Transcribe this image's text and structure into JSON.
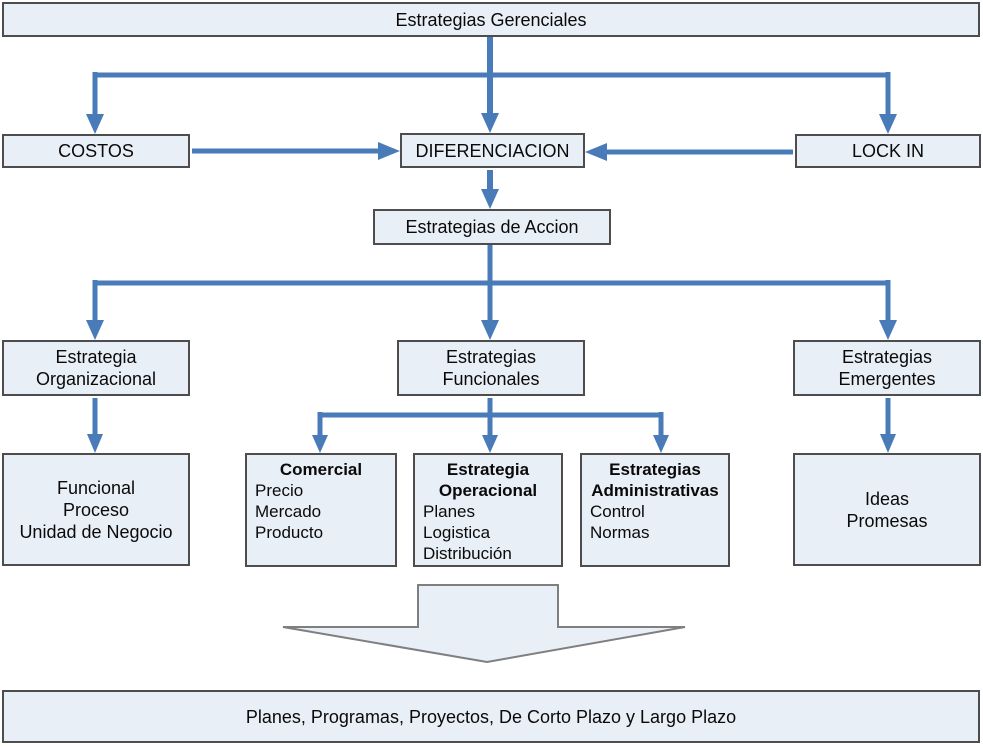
{
  "colors": {
    "arrow_blue": "#4a7bb9",
    "box_fill": "#e9eff7",
    "box_border": "#4d4d4d",
    "block_arrow_border": "#7f7f7f"
  },
  "top": {
    "title": "Estrategias Gerenciales"
  },
  "level2": {
    "costos": "COSTOS",
    "diferenciacion": "DIFERENCIACION",
    "lock_in": "LOCK IN"
  },
  "accion": {
    "label": "Estrategias de Accion"
  },
  "level3": {
    "organizacional": {
      "lines": [
        "Estrategia",
        "Organizacional"
      ]
    },
    "funcionales": {
      "lines": [
        "Estrategias",
        "Funcionales"
      ]
    },
    "emergentes": {
      "lines": [
        "Estrategias",
        "Emergentes"
      ]
    }
  },
  "level4": {
    "funcional": {
      "lines": [
        "Funcional",
        "Proceso",
        "Unidad de Negocio"
      ]
    },
    "comercial": {
      "header": [
        "Comercial"
      ],
      "items": [
        "Precio",
        "Mercado",
        "Producto"
      ]
    },
    "operacional": {
      "header": [
        "Estrategia",
        "Operacional"
      ],
      "items": [
        "Planes",
        "Logistica",
        "Distribución"
      ]
    },
    "administrativas": {
      "header": [
        "Estrategias",
        "Administrativas"
      ],
      "items": [
        "Control",
        "Normas"
      ]
    },
    "ideas": {
      "lines": [
        "Ideas",
        "Promesas"
      ]
    }
  },
  "footer": {
    "label": "Planes, Programas, Proyectos, De Corto Plazo y Largo Plazo"
  }
}
